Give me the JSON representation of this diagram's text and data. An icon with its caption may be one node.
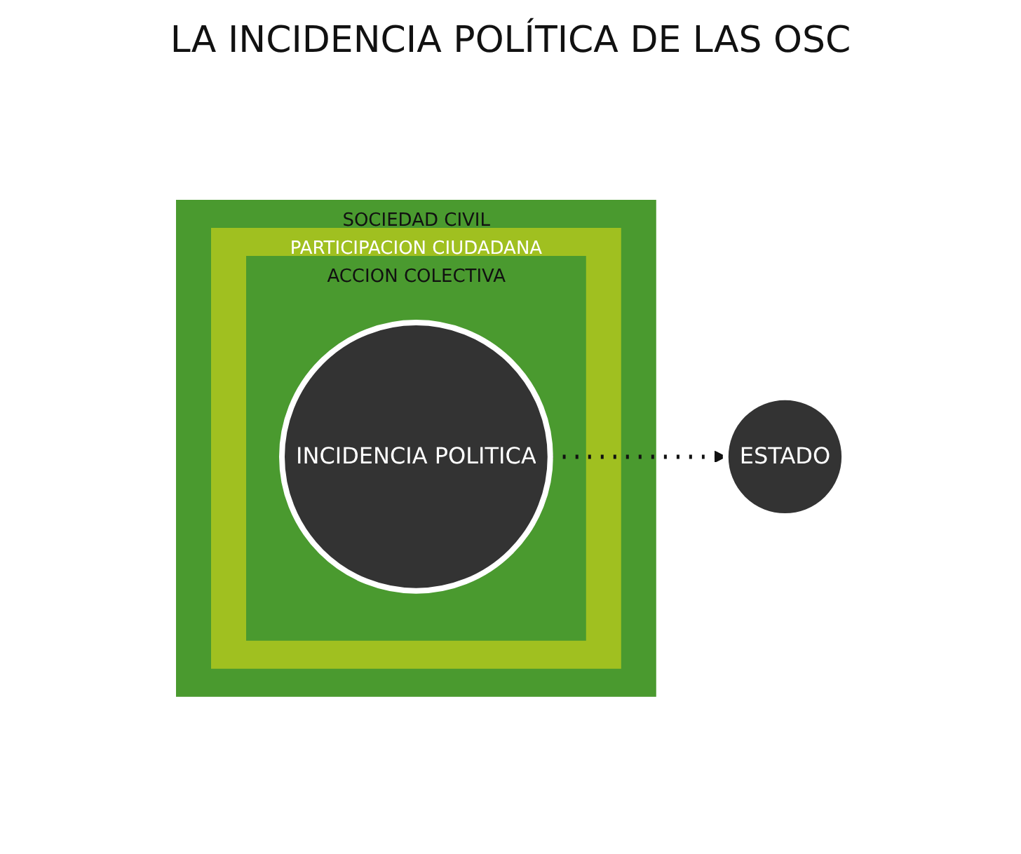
{
  "diagram": {
    "title": "LA INCIDENCIA POLÍTICA DE LAS OSC",
    "nodes": [
      {
        "text": [
          "SOCIEDAD CIVIL"
        ]
      },
      {
        "text": [
          "PARTICIPACION CIUDADANA"
        ],
        "in": 0
      },
      {
        "text": [
          "ACCION COLECTIVA"
        ],
        "in": 1
      },
      {
        "text": [
          "INCIDENCIA POLITICA"
        ],
        "in": 2
      },
      {
        "text": [
          "ESTADO"
        ]
      }
    ],
    "edges": [
      {
        "from": 3,
        "to": 4,
        "arrow": "to",
        "style": "dashed"
      }
    ]
  }
}
